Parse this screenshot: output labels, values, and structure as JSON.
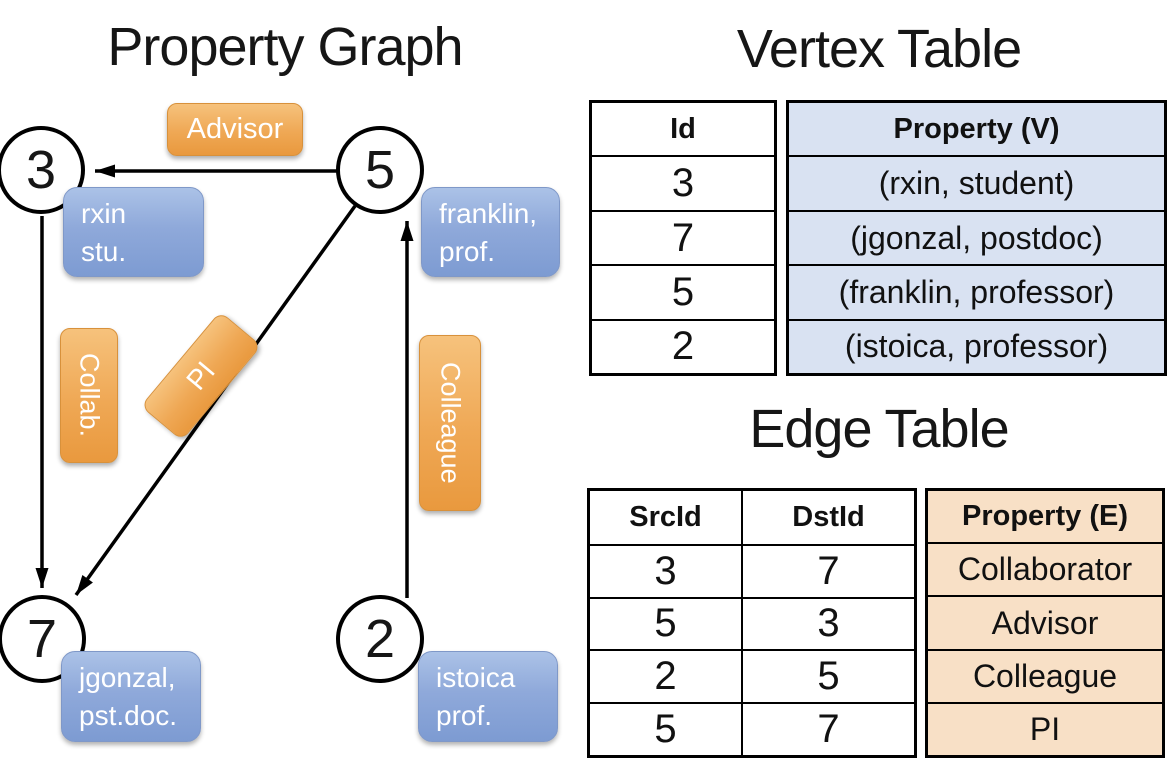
{
  "colors": {
    "edge_label_orange_top": "#f6c27c",
    "edge_label_orange_bottom": "#e9993e",
    "vertex_label_blue_top": "#abc2e7",
    "vertex_label_blue_bottom": "#7d9bd2",
    "vertex_cell_bg": "#d9e2f2",
    "edge_cell_bg": "#f8e0c6",
    "line_color": "#000000"
  },
  "graph": {
    "title": "Property Graph",
    "nodes": [
      {
        "id": "3",
        "lines": [
          "rxin",
          "stu."
        ]
      },
      {
        "id": "5",
        "lines": [
          "franklin,",
          "prof."
        ]
      },
      {
        "id": "7",
        "lines": [
          "jgonzal,",
          "pst.doc."
        ]
      },
      {
        "id": "2",
        "lines": [
          "istoica",
          "prof."
        ]
      }
    ],
    "edge_labels": {
      "advisor": "Advisor",
      "collab": "Collab.",
      "pi": "PI",
      "colleague": "Colleague"
    }
  },
  "vertex_table": {
    "title": "Vertex Table",
    "headers": {
      "id": "Id",
      "property": "Property (V)"
    },
    "rows": [
      {
        "id": "3",
        "property": "(rxin, student)"
      },
      {
        "id": "7",
        "property": "(jgonzal, postdoc)"
      },
      {
        "id": "5",
        "property": "(franklin, professor)"
      },
      {
        "id": "2",
        "property": "(istoica, professor)"
      }
    ]
  },
  "edge_table": {
    "title": "Edge Table",
    "headers": {
      "src": "SrcId",
      "dst": "DstId",
      "property": "Property (E)"
    },
    "rows": [
      {
        "src": "3",
        "dst": "7",
        "property": "Collaborator"
      },
      {
        "src": "5",
        "dst": "3",
        "property": "Advisor"
      },
      {
        "src": "2",
        "dst": "5",
        "property": "Colleague"
      },
      {
        "src": "5",
        "dst": "7",
        "property": "PI"
      }
    ]
  }
}
